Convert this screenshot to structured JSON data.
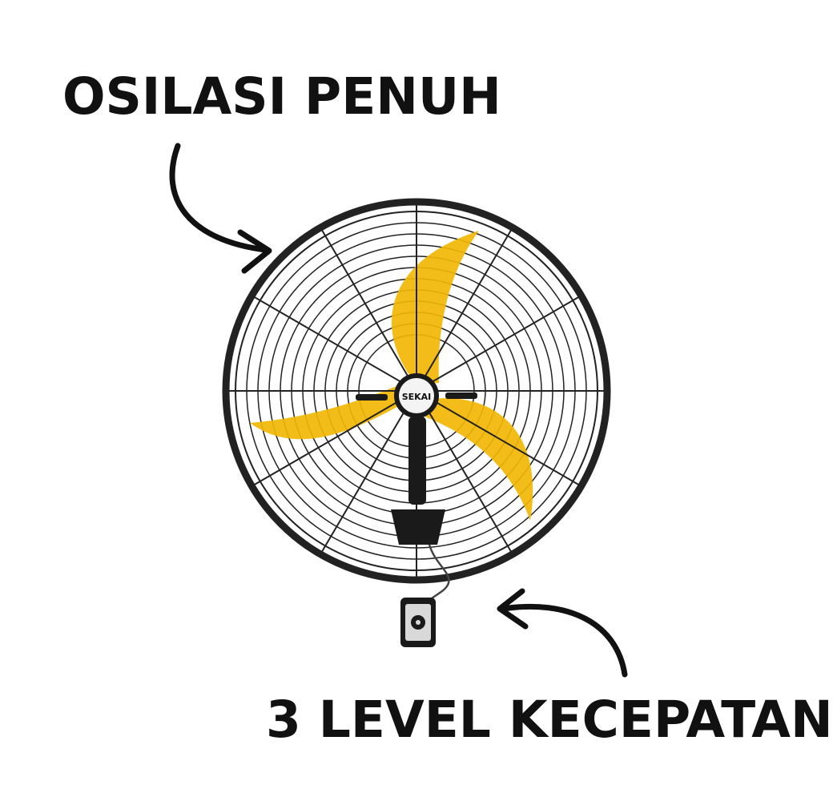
{
  "callouts": {
    "top": "OSILASI PENUH",
    "bottom": "3 LEVEL KECEPATAN"
  },
  "fan": {
    "brand": "SEKAI"
  },
  "colors": {
    "blade": "#f2b705",
    "frame": "#1a1a1a",
    "text": "#111111"
  }
}
